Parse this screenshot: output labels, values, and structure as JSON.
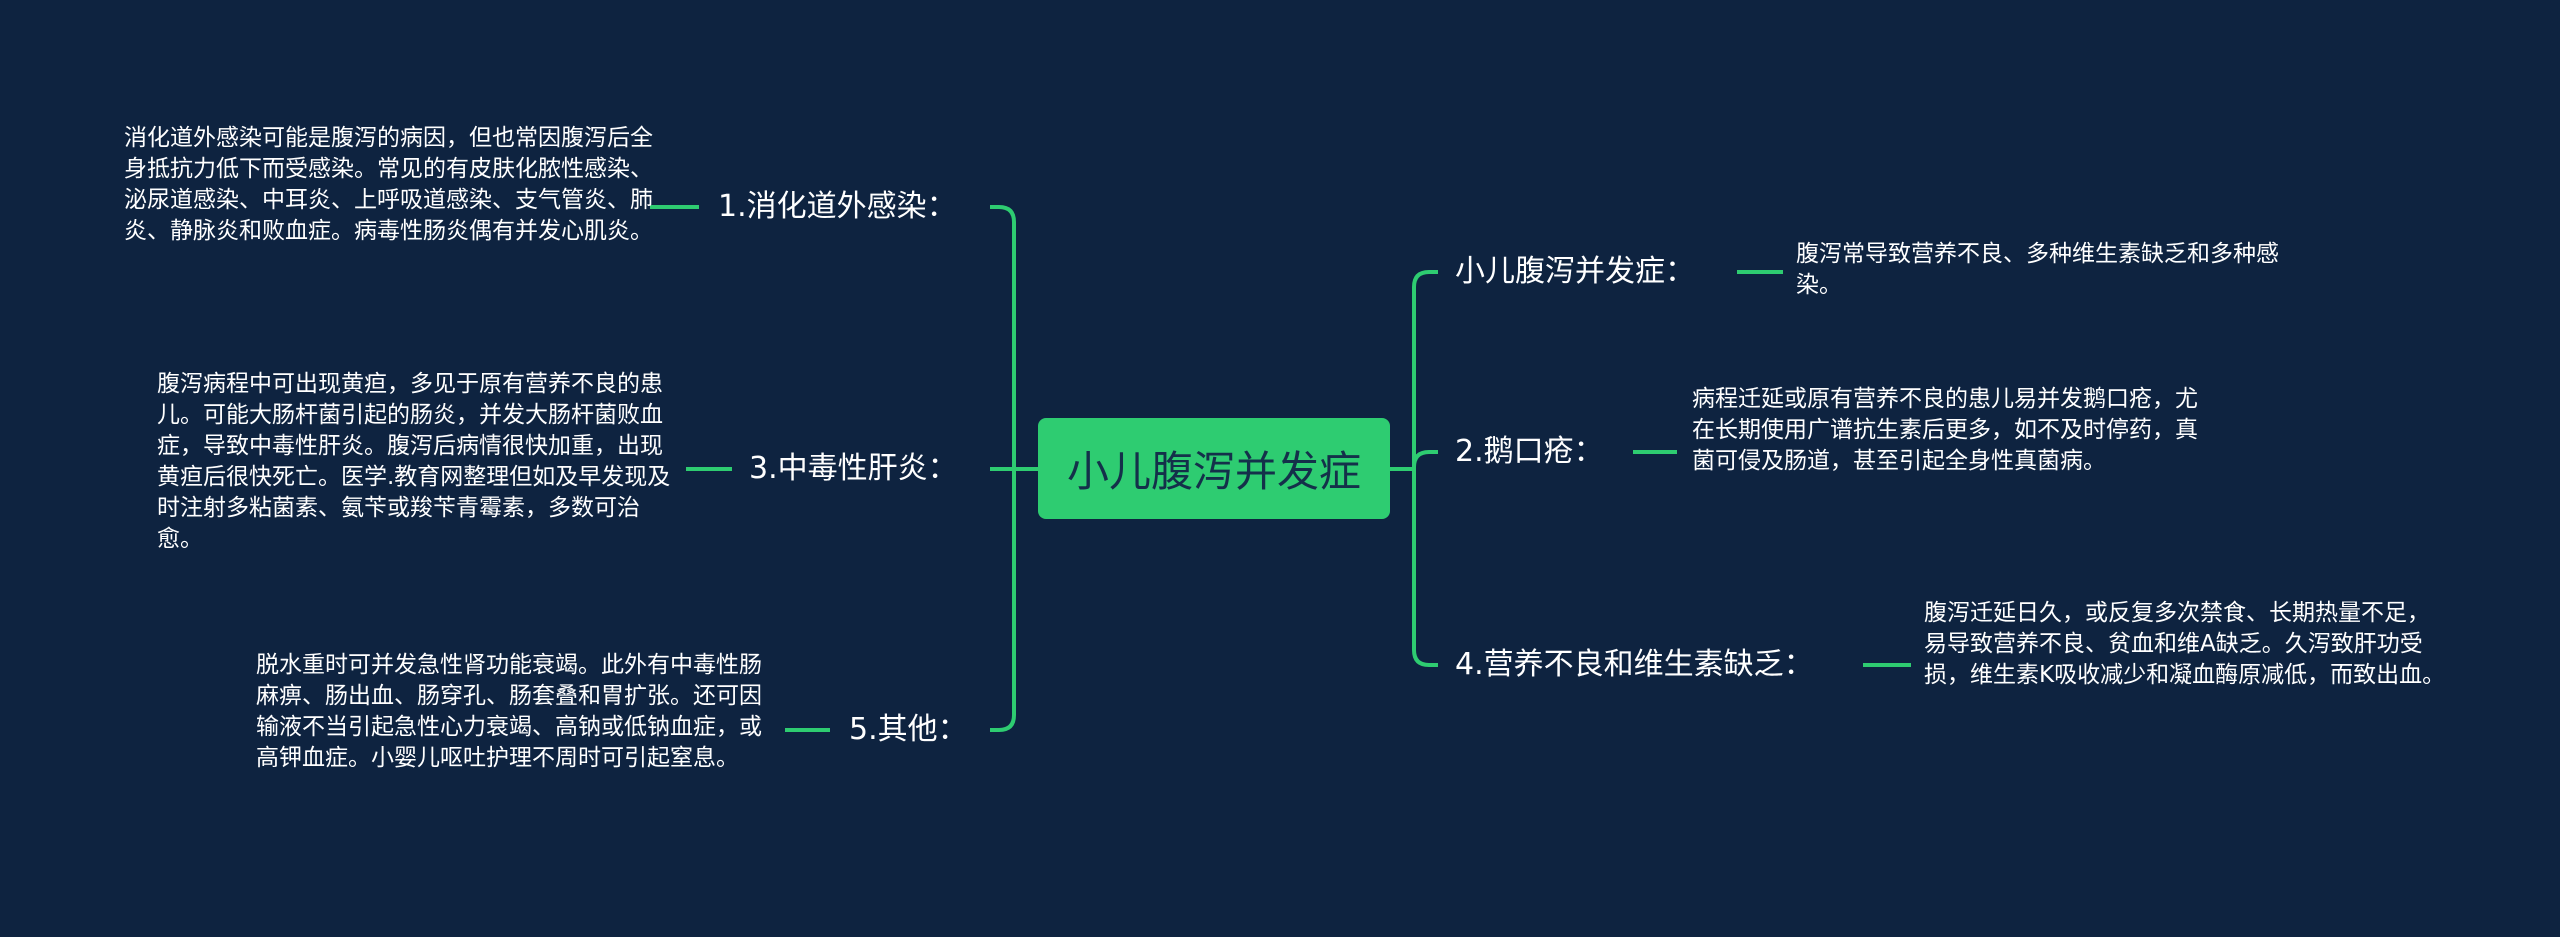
{
  "center": "小儿腹泻并发症",
  "colors": {
    "background": "#0e2340",
    "accent": "#2ecc71"
  },
  "left": [
    {
      "label": "1.消化道外感染：",
      "detail": "消化道外感染可能是腹泻的病因，但也常因腹泻后全身抵抗力低下而受感染。常见的有皮肤化脓性感染、泌尿道感染、中耳炎、上呼吸道感染、支气管炎、肺炎、静脉炎和败血症。病毒性肠炎偶有并发心肌炎。"
    },
    {
      "label": "3.中毒性肝炎：",
      "detail": "腹泻病程中可出现黄疸，多见于原有营养不良的患儿。可能大肠杆菌引起的肠炎，并发大肠杆菌败血症，导致中毒性肝炎。腹泻后病情很快加重，出现黄疸后很快死亡。医学.教育网整理但如及早发现及时注射多粘菌素、氨苄或羧苄青霉素，多数可治愈。"
    },
    {
      "label": "5.其他：",
      "detail": "脱水重时可并发急性肾功能衰竭。此外有中毒性肠麻痹、肠出血、肠穿孔、肠套叠和胃扩张。还可因输液不当引起急性心力衰竭、高钠或低钠血症，或高钾血症。小婴儿呕吐护理不周时可引起窒息。"
    }
  ],
  "right": [
    {
      "label": "小儿腹泻并发症：",
      "detail": "腹泻常导致营养不良、多种维生素缺乏和多种感染。"
    },
    {
      "label": "2.鹅口疮：",
      "detail": "病程迁延或原有营养不良的患儿易并发鹅口疮，尤在长期使用广谱抗生素后更多，如不及时停药，真菌可侵及肠道，甚至引起全身性真菌病。"
    },
    {
      "label": "4.营养不良和维生素缺乏：",
      "detail": "腹泻迁延日久，或反复多次禁食、长期热量不足，易导致营养不良、贫血和维A缺乏。久泻致肝功受损，维生素K吸收减少和凝血酶原减低，而致出血。"
    }
  ]
}
